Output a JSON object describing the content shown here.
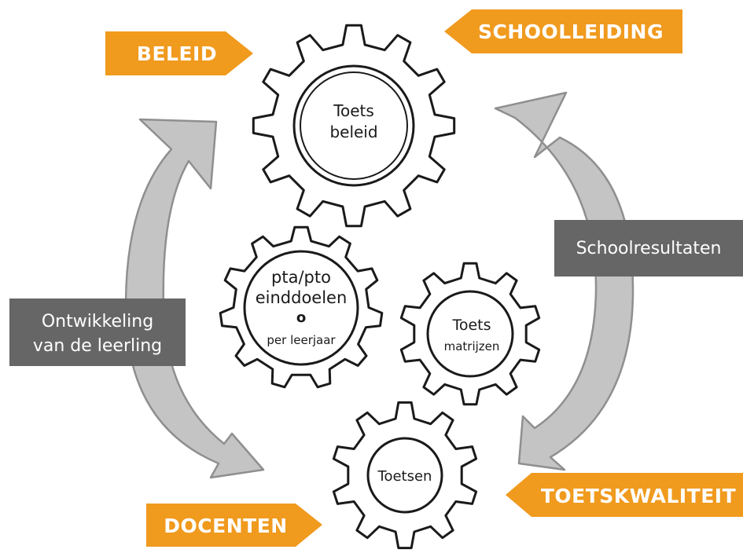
{
  "tags": {
    "beleid": "BELEID",
    "schoolleiding": "SCHOOLLEIDING",
    "docenten": "DOCENTEN",
    "toetskwaliteit": "TOETSKWALITEIT"
  },
  "boxes": {
    "ontwikkeling_line1": "Ontwikkeling",
    "ontwikkeling_line2": "van de leerling",
    "schoolresultaten": "Schoolresultaten"
  },
  "gears": {
    "toetsbeleid": {
      "line1": "Toets",
      "line2": "beleid"
    },
    "pta": {
      "line1": "pta/pto",
      "line2": "einddoelen",
      "symbol": "o",
      "line3": "per leerjaar"
    },
    "matrijzen": {
      "line1": "Toets",
      "line2": "matrijzen"
    },
    "toetsen": {
      "line1": "Toetsen"
    }
  },
  "colors": {
    "tag_orange": "#f09a1e",
    "box_gray": "#666666",
    "arrow_fill": "#c4c4c4",
    "arrow_stroke": "#8f8f8f",
    "gear_stroke": "#1a1a1a"
  }
}
